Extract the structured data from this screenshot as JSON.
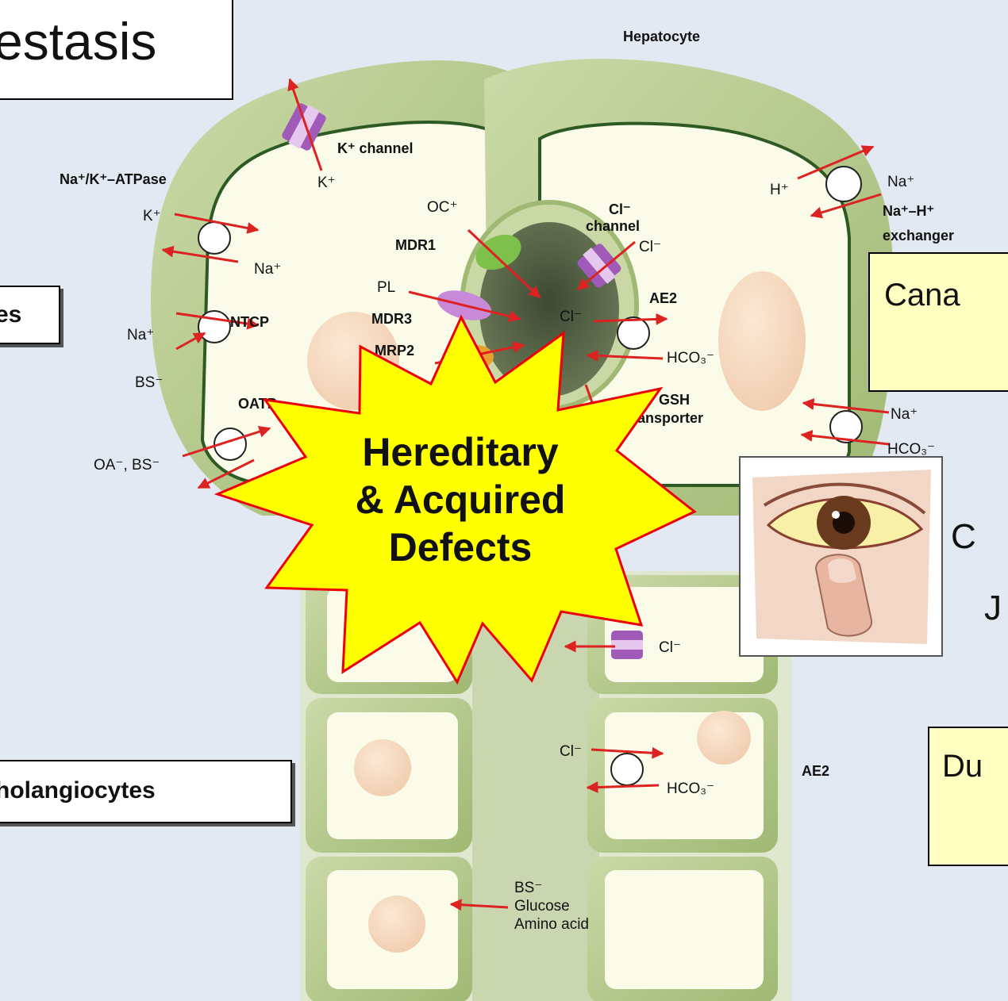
{
  "title": {
    "text": "estasis"
  },
  "boxes": {
    "hepatocytes_label": "es",
    "cholangiocytes_label": "holangiocytes",
    "canalicular_label": "Cana",
    "ductular_label": "Du",
    "cholestasis_fragment": "C",
    "jaundice_fragment": "J"
  },
  "starburst": {
    "line1": "Hereditary",
    "line2": "& Acquired",
    "line3": "Defects",
    "fill": "#ffff00",
    "stroke": "#ee0000"
  },
  "diagram": {
    "hepatocyte": "Hepatocyte",
    "k_channel": "K⁺ channel",
    "k_plus": "K⁺",
    "na_k_atpase": "Na⁺/K⁺–ATPase",
    "k_in": "K⁺",
    "na_out": "Na⁺",
    "oc": "OC⁺",
    "mdr1": "MDR1",
    "cl_channel_1": "Cl⁻",
    "cl_channel_2": "channel",
    "cl_minus": "Cl⁻",
    "h_plus": "H⁺",
    "na_plus": "Na⁺",
    "na_h_1": "Na⁺–H⁺",
    "na_h_2": "exchanger",
    "pl": "PL",
    "mdr3": "MDR3",
    "mrp2": "MRP2",
    "ntcp": "NTCP",
    "na_ntcp": "Na⁺",
    "bs": "BS⁻",
    "oatp": "OATP",
    "oa_bs": "OA⁻, BS⁻",
    "ae2_top": "AE2",
    "cl_lumen": "Cl⁻",
    "hco3_top": "HCO₃⁻",
    "gsh_1": "GSH",
    "gsh_2": "transporter",
    "na_right": "Na⁺",
    "hco3_right": "HCO₃⁻",
    "cl_duct": "Cl⁻",
    "cl_lower": "Cl⁻",
    "hco3_lower": "HCO₃⁻",
    "ae2_lower": "AE2",
    "bs_lower": "BS⁻",
    "glucose": "Glucose",
    "amino": "Amino acid"
  },
  "colors": {
    "cell_green": "#bdd096",
    "cell_green_dark": "#8aa45e",
    "membrane_line": "#2c5a22",
    "cytoplasm": "#fbfbe9",
    "nucleus": "#f7dcc2",
    "lumen": "#4e5a44",
    "arrow": "#dd2222",
    "background": "#e3e9f2"
  }
}
